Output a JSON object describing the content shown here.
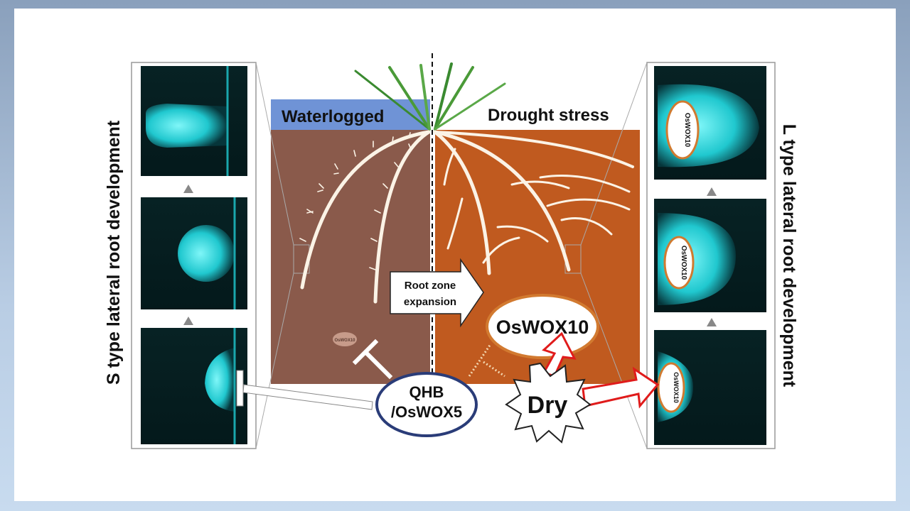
{
  "left_title": "S type lateral root development",
  "right_title": "L type lateral root development",
  "waterlogged_label": "Waterlogged",
  "drought_label": "Drought stress",
  "root_zone_line1": "Root zone",
  "root_zone_line2": "expansion",
  "oswox10_big": "OsWOX10",
  "oswox10_small": "OsWOX10",
  "qhb_line1": "QHB",
  "qhb_line2": "/OsWOX5",
  "dry_label": "Dry",
  "micrograph_labels": [
    "OsWOX10",
    "OsWOX10",
    "OsWOX10"
  ],
  "colors": {
    "water": "#6f93d6",
    "waterlogged_soil": "#8a5a4b",
    "drought_soil": "#c05a1f",
    "fluor": "#21d4d8",
    "arrow_red": "#e01b1b",
    "qhb_border": "#2a3c78"
  }
}
